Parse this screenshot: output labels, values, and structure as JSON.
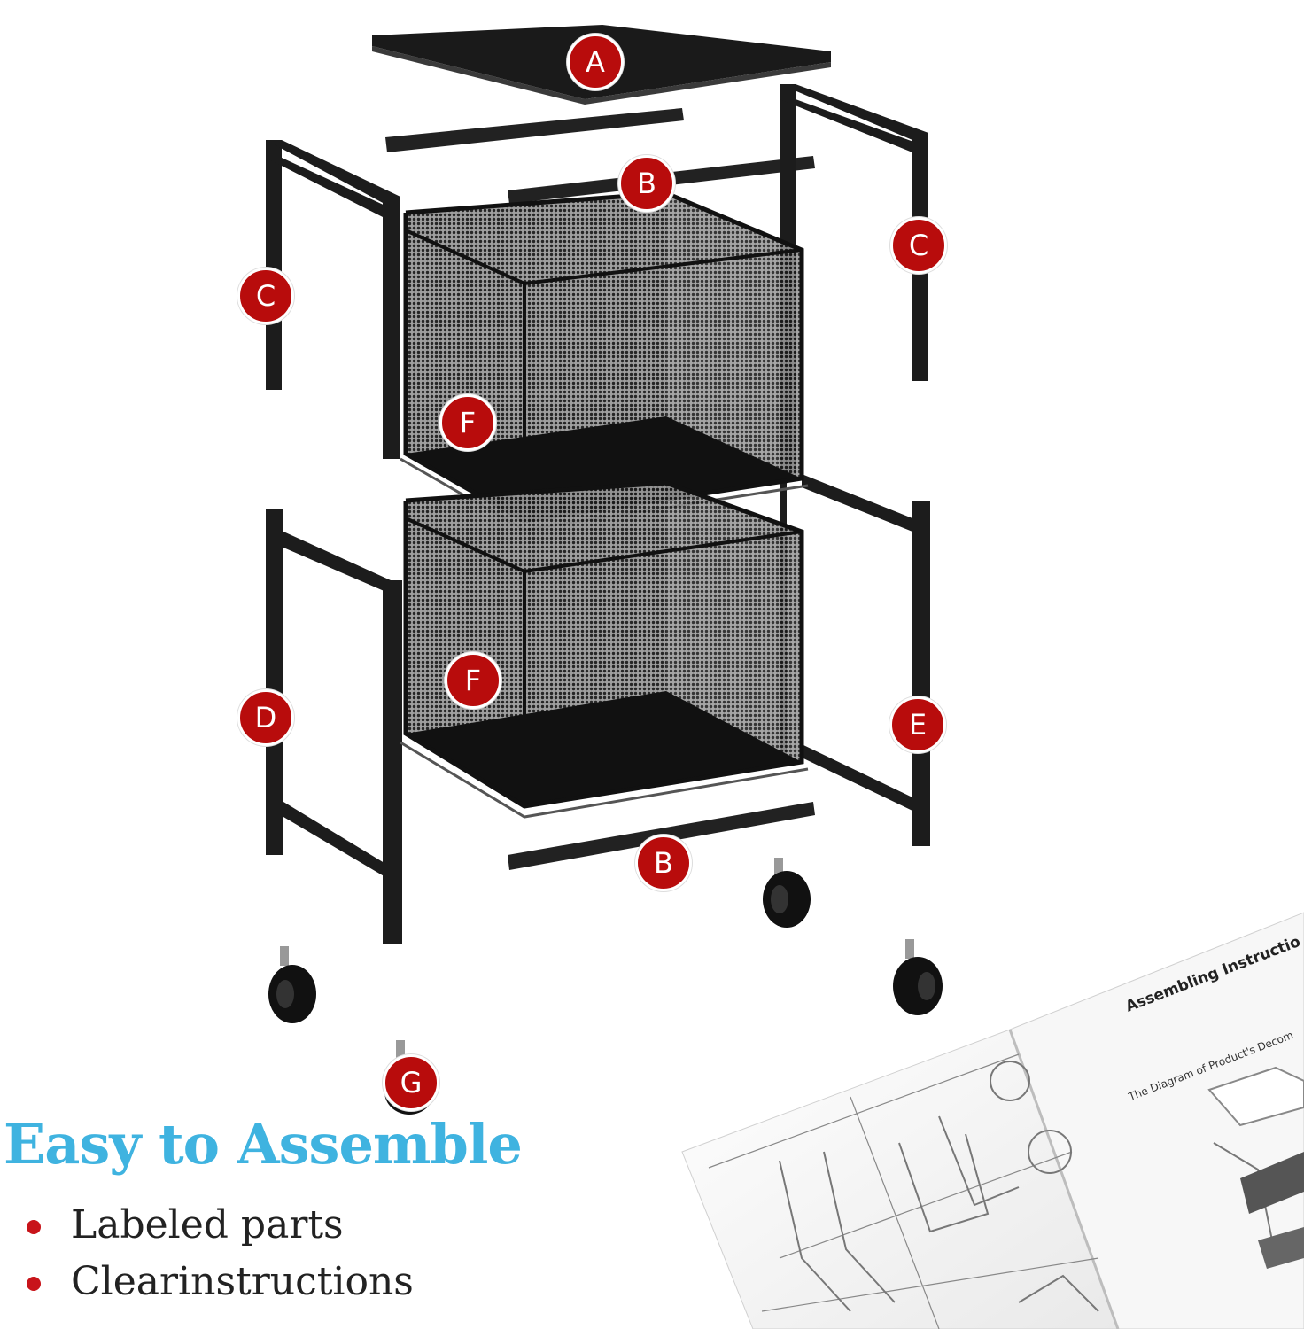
{
  "headline": "Easy to Assemble",
  "bullets": [
    "Labeled parts",
    "Clearinstructions"
  ],
  "parts": [
    {
      "label": "A",
      "part": "tabletop-board"
    },
    {
      "label": "B",
      "part": "crossbar-top"
    },
    {
      "label": "B",
      "part": "crossbar-bottom"
    },
    {
      "label": "C",
      "part": "upper-frame-left"
    },
    {
      "label": "C",
      "part": "upper-frame-right"
    },
    {
      "label": "D",
      "part": "lower-frame-left"
    },
    {
      "label": "E",
      "part": "lower-frame-right"
    },
    {
      "label": "F",
      "part": "mesh-drawer-top"
    },
    {
      "label": "F",
      "part": "mesh-drawer-bottom"
    },
    {
      "label": "G",
      "part": "caster-wheel"
    }
  ],
  "manual": {
    "heading": "Assembling Instructio",
    "subheading": "The Diagram of Product's Decom"
  },
  "colors": {
    "headline": "#3fb3e0",
    "badge": "#b80c0c",
    "bullet_dot": "#c8141a",
    "frame": "#1c1c1c",
    "mesh": "#2a2a2a"
  }
}
